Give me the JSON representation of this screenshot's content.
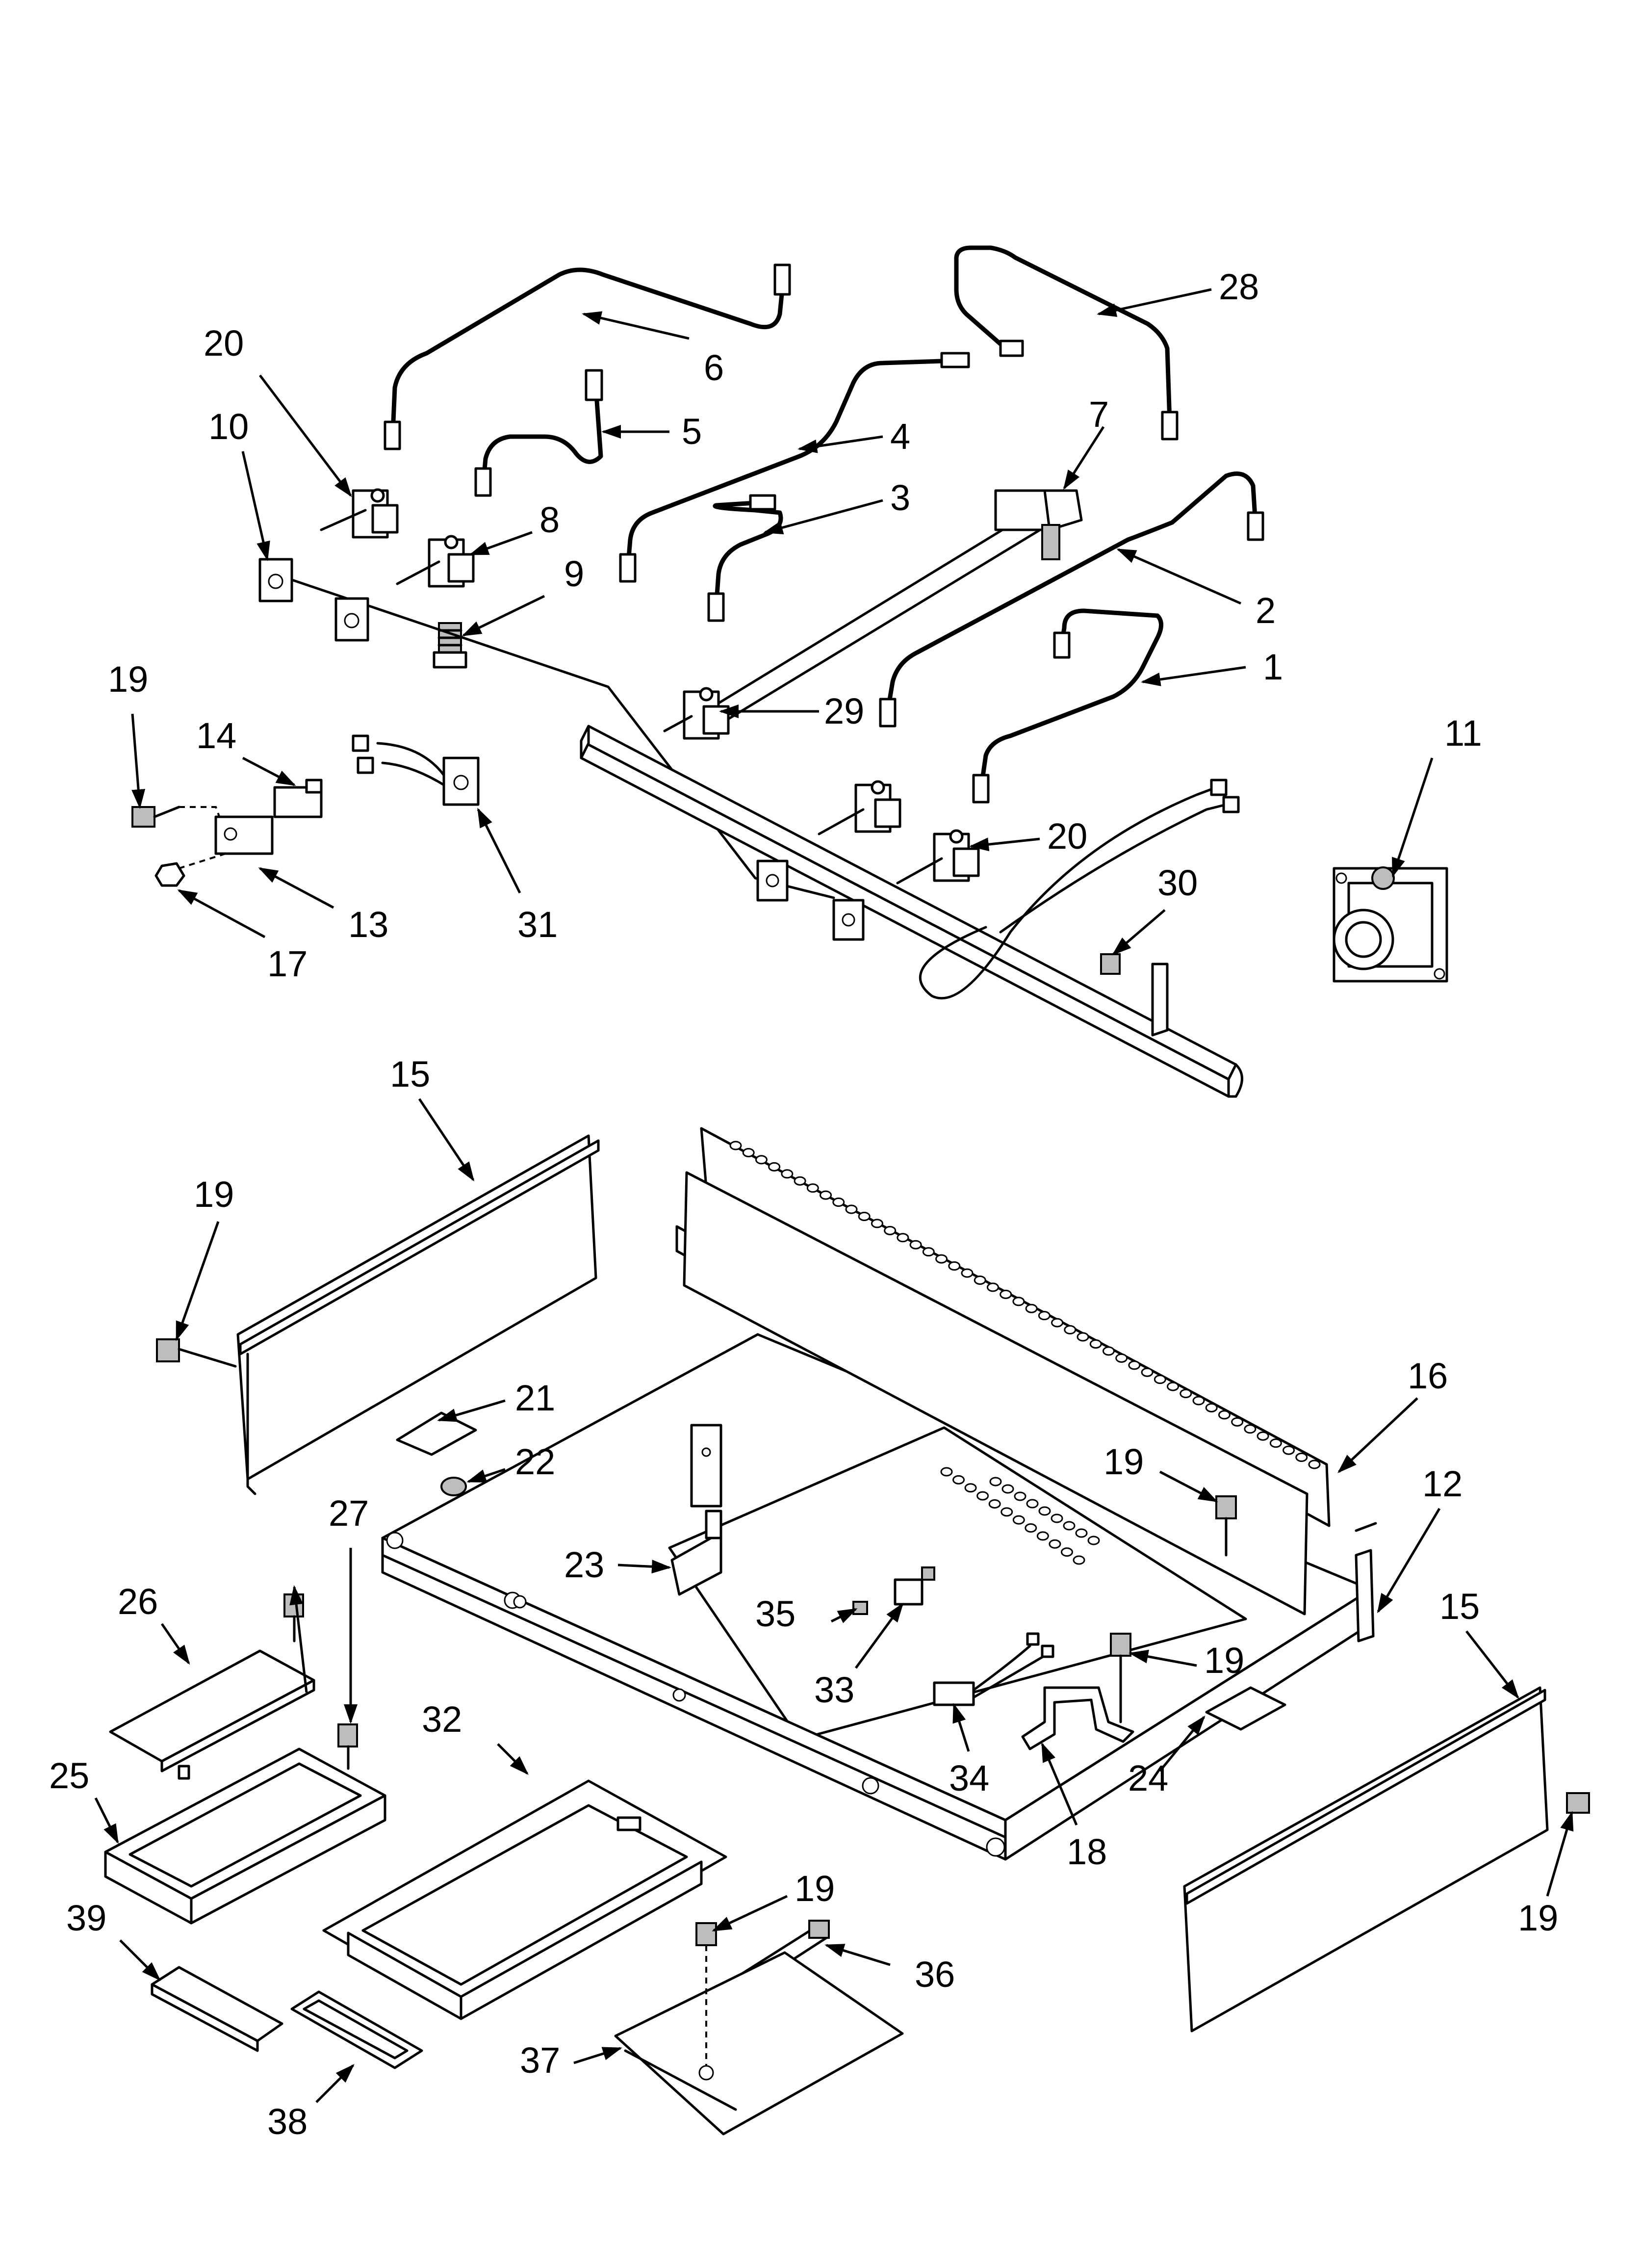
{
  "diagram": {
    "callouts": [
      {
        "id": "c1",
        "text": "1"
      },
      {
        "id": "c2",
        "text": "2"
      },
      {
        "id": "c3",
        "text": "3"
      },
      {
        "id": "c4",
        "text": "4"
      },
      {
        "id": "c5",
        "text": "5"
      },
      {
        "id": "c6",
        "text": "6"
      },
      {
        "id": "c7",
        "text": "7"
      },
      {
        "id": "c8",
        "text": "8"
      },
      {
        "id": "c9",
        "text": "9"
      },
      {
        "id": "c10",
        "text": "10"
      },
      {
        "id": "c11",
        "text": "11"
      },
      {
        "id": "c12",
        "text": "12"
      },
      {
        "id": "c13",
        "text": "13"
      },
      {
        "id": "c14",
        "text": "14"
      },
      {
        "id": "c15a",
        "text": "15"
      },
      {
        "id": "c15b",
        "text": "15"
      },
      {
        "id": "c16",
        "text": "16"
      },
      {
        "id": "c17",
        "text": "17"
      },
      {
        "id": "c18",
        "text": "18"
      },
      {
        "id": "c19a",
        "text": "19"
      },
      {
        "id": "c19b",
        "text": "19"
      },
      {
        "id": "c19c",
        "text": "19"
      },
      {
        "id": "c19d",
        "text": "19"
      },
      {
        "id": "c19e",
        "text": "19"
      },
      {
        "id": "c19f",
        "text": "19"
      },
      {
        "id": "c20a",
        "text": "20"
      },
      {
        "id": "c20b",
        "text": "20"
      },
      {
        "id": "c21",
        "text": "21"
      },
      {
        "id": "c22",
        "text": "22"
      },
      {
        "id": "c23",
        "text": "23"
      },
      {
        "id": "c24",
        "text": "24"
      },
      {
        "id": "c25",
        "text": "25"
      },
      {
        "id": "c26",
        "text": "26"
      },
      {
        "id": "c27",
        "text": "27"
      },
      {
        "id": "c28",
        "text": "28"
      },
      {
        "id": "c29",
        "text": "29"
      },
      {
        "id": "c30",
        "text": "30"
      },
      {
        "id": "c31",
        "text": "31"
      },
      {
        "id": "c32",
        "text": "32"
      },
      {
        "id": "c33",
        "text": "33"
      },
      {
        "id": "c34",
        "text": "34"
      },
      {
        "id": "c35",
        "text": "35"
      },
      {
        "id": "c36",
        "text": "36"
      },
      {
        "id": "c37",
        "text": "37"
      },
      {
        "id": "c38",
        "text": "38"
      },
      {
        "id": "c39",
        "text": "39"
      }
    ]
  }
}
